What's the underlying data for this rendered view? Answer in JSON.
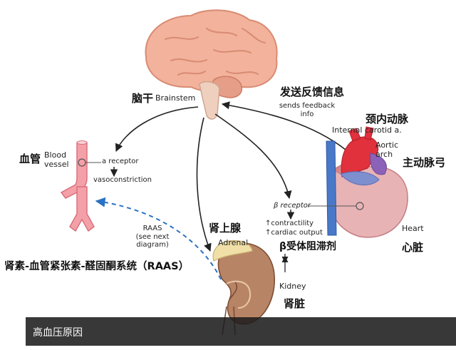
{
  "labels": {
    "brainstem_zh": "脑干",
    "brainstem_en": "Brainstem",
    "feedback_zh": "发送反馈信息",
    "feedback_en": "sends feedback\ninfo",
    "carotid_zh": "颈内动脉",
    "carotid_en": "Internal carotid a.",
    "aortic_en": "Aortic\narch",
    "aortic_zh": "主动脉弓",
    "vessel_zh": "血管",
    "vessel_en": "Blood\nvessel",
    "a_receptor": "a receptor",
    "vasoconstriction": "vasoconstriction",
    "beta_receptor": "β receptor",
    "contractility": "contractility",
    "cardiac_output": "cardiac output",
    "heart_en": "Heart",
    "heart_zh": "心脏",
    "raas_note": "RAAS\n(see next\ndiagram)",
    "adrenal_zh": "肾上腺",
    "adrenal_en": "Adrenal",
    "raas_full_zh": "肾素-血管紧张素-醛固酮系统（RAAS）",
    "beta_blocker_zh": "β受体阻滞剂",
    "kidney_en": "Kidney",
    "kidney_zh": "肾脏"
  },
  "caption": "高血压原因",
  "colors": {
    "brain": "#f2b29b",
    "brain_fold": "#d98b73",
    "brainstem": "#efd0bf",
    "vessel": "#f4a0a8",
    "vessel_edge": "#d9707c",
    "heart": "#e8b3b5",
    "heart_dark": "#d8848a",
    "heart_red": "#e0313c",
    "blue_vessel": "#4a78c8",
    "purple": "#8c62b8",
    "kidney": "#b88466",
    "kidney_dark": "#7a4a30",
    "adrenal": "#f0e0a8",
    "arrow": "#222222",
    "dashed": "#2a72c4"
  }
}
